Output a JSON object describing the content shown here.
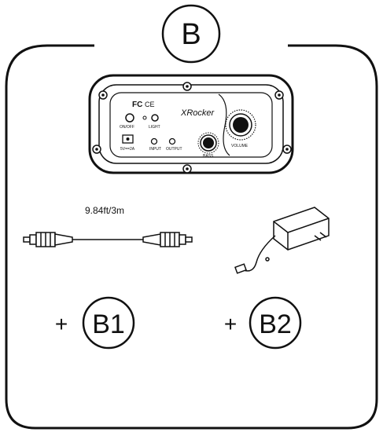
{
  "section_letter": "B",
  "panel": {
    "brand": "XRocker",
    "fcc_mark": "FC",
    "ce_mark": "CE",
    "onoff_label": "ON/OFF",
    "light_label": "LIGHT",
    "power_label": "5V==2A",
    "input_label": "INPUT",
    "output_label": "OUTPUT",
    "bass_label": "BASS",
    "volume_label": "VOLUME"
  },
  "cable": {
    "length_label": "9.84ft/3m"
  },
  "accessories": [
    {
      "plus": "+",
      "label": "B1"
    },
    {
      "plus": "+",
      "label": "B2"
    }
  ]
}
